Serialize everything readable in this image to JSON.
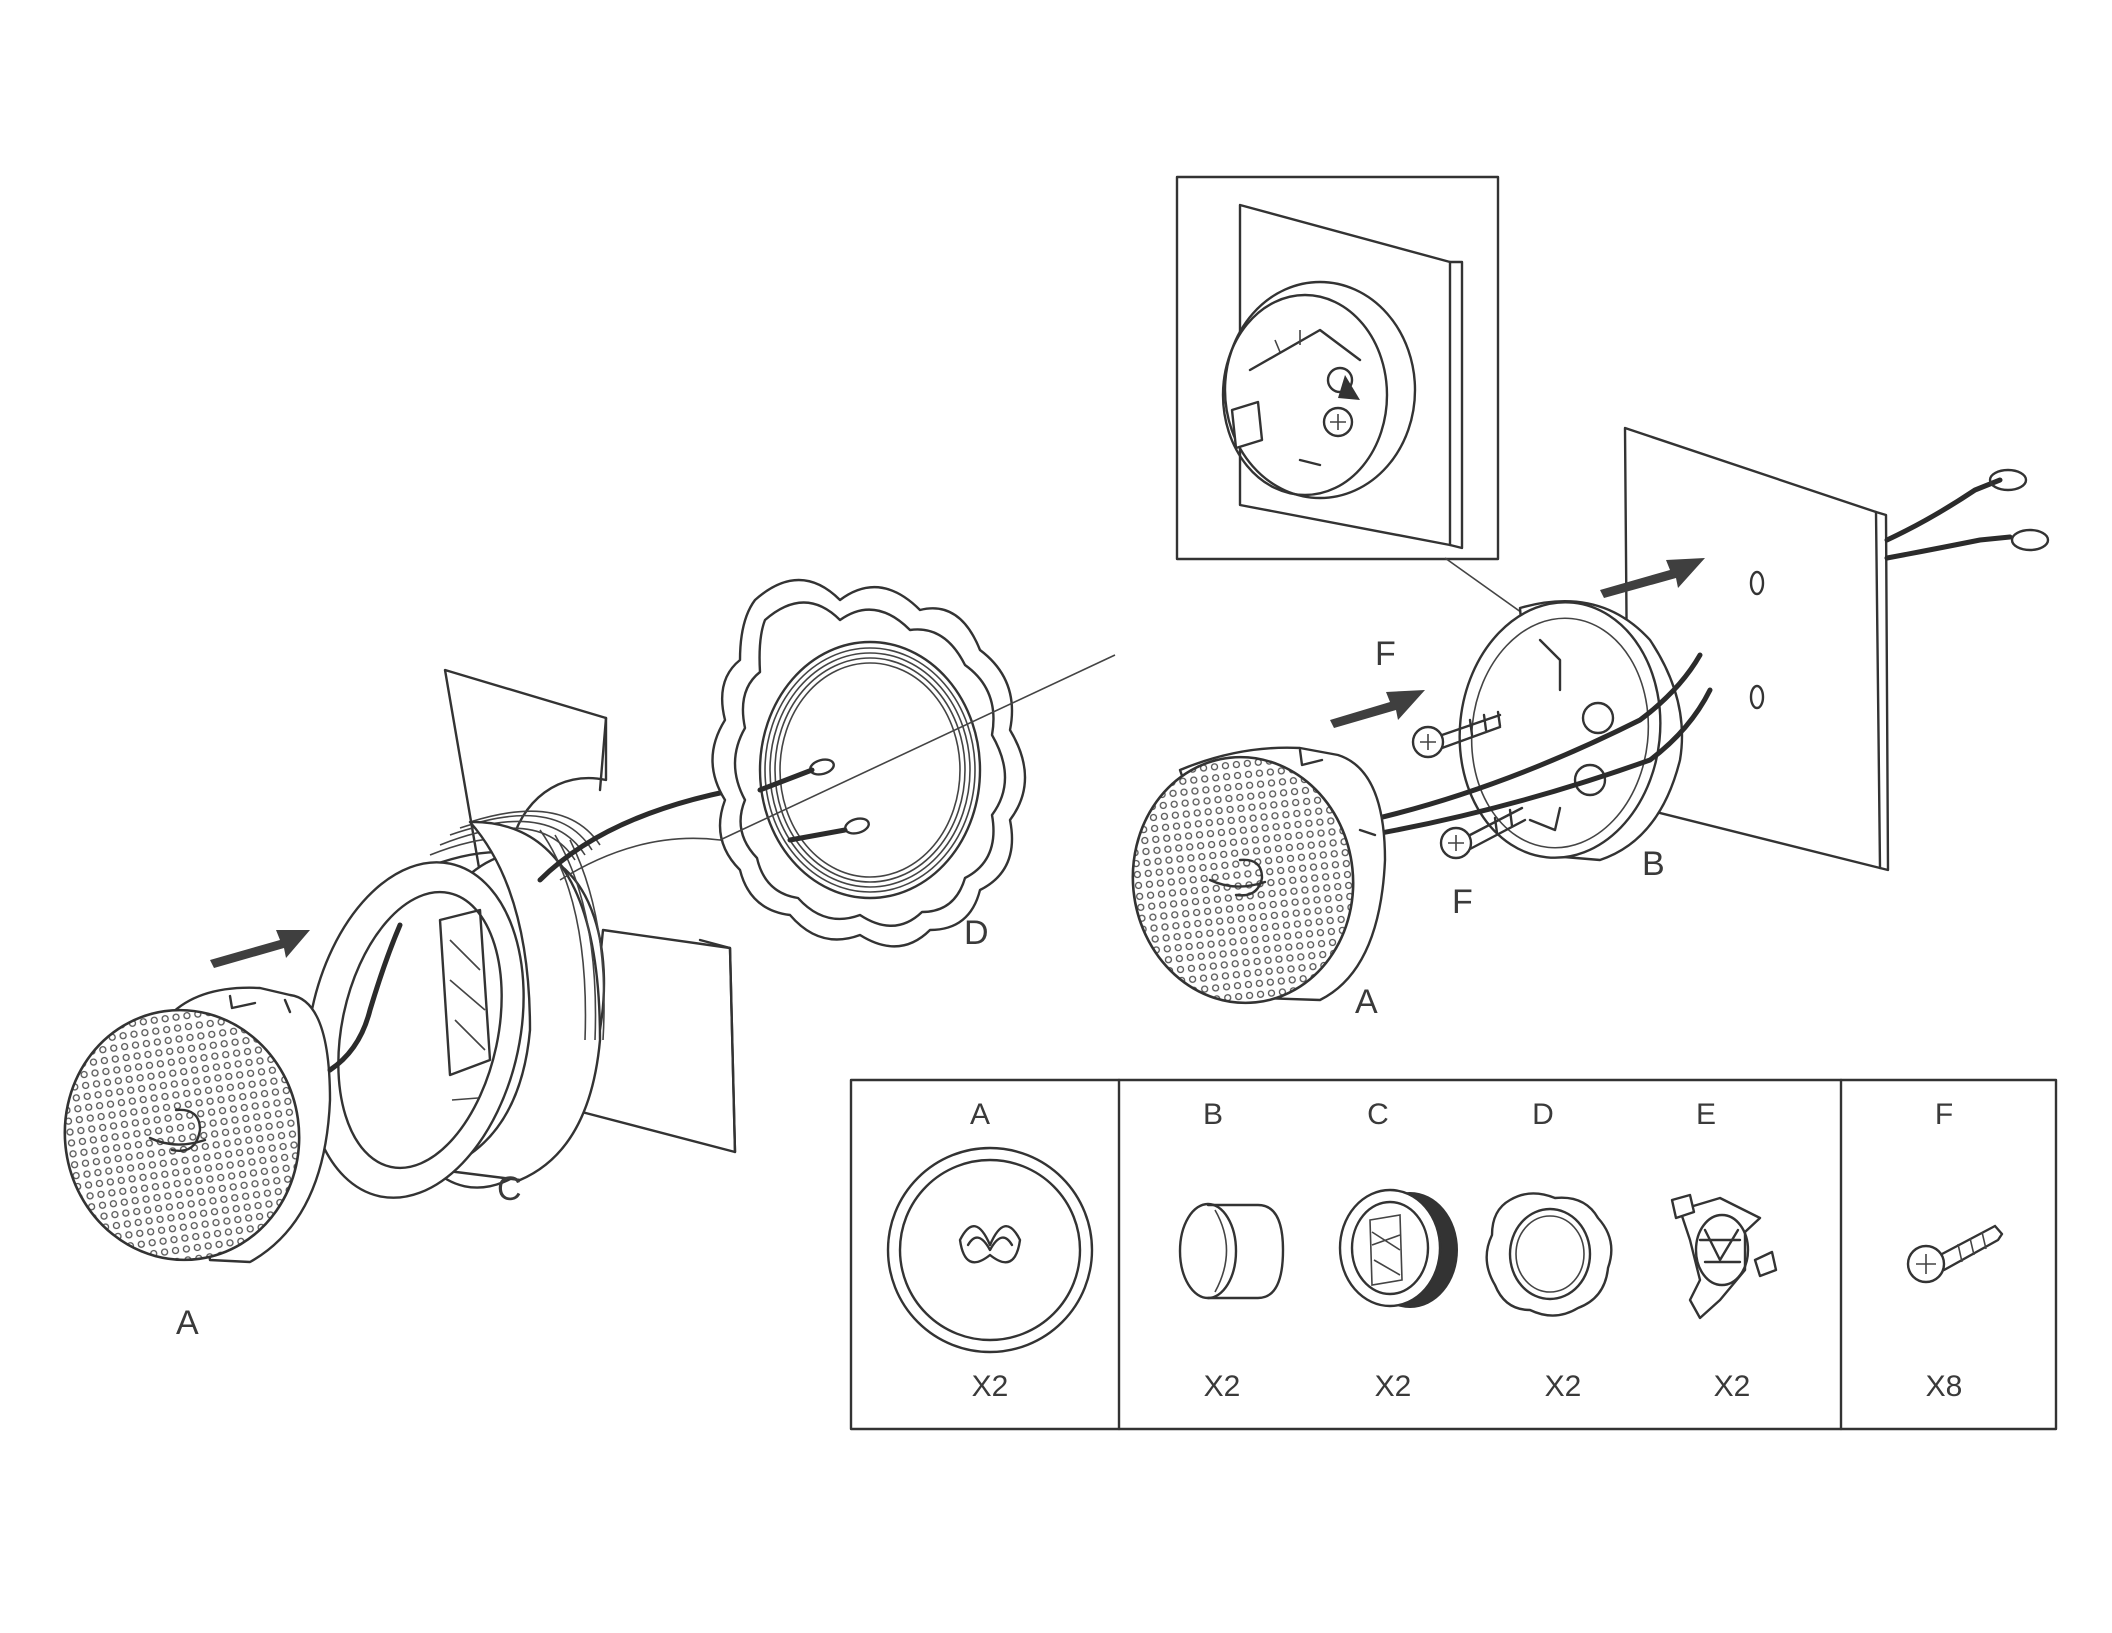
{
  "labels": {
    "left_a": "A",
    "left_c": "C",
    "left_d": "D",
    "right_a": "A",
    "right_b": "B",
    "right_f_top": "F",
    "right_f_bottom": "F"
  },
  "parts": [
    {
      "letter": "A",
      "qty": "X2",
      "icon": "speaker-grille-icon"
    },
    {
      "letter": "B",
      "qty": "X2",
      "icon": "mounting-ring-icon"
    },
    {
      "letter": "C",
      "qty": "X2",
      "icon": "threaded-cup-icon"
    },
    {
      "letter": "D",
      "qty": "X2",
      "icon": "lock-nut-icon"
    },
    {
      "letter": "E",
      "qty": "X2",
      "icon": "clip-bracket-icon"
    },
    {
      "letter": "F",
      "qty": "X8",
      "icon": "screw-icon"
    }
  ],
  "colors": {
    "line": "#333333",
    "background": "#ffffff"
  }
}
